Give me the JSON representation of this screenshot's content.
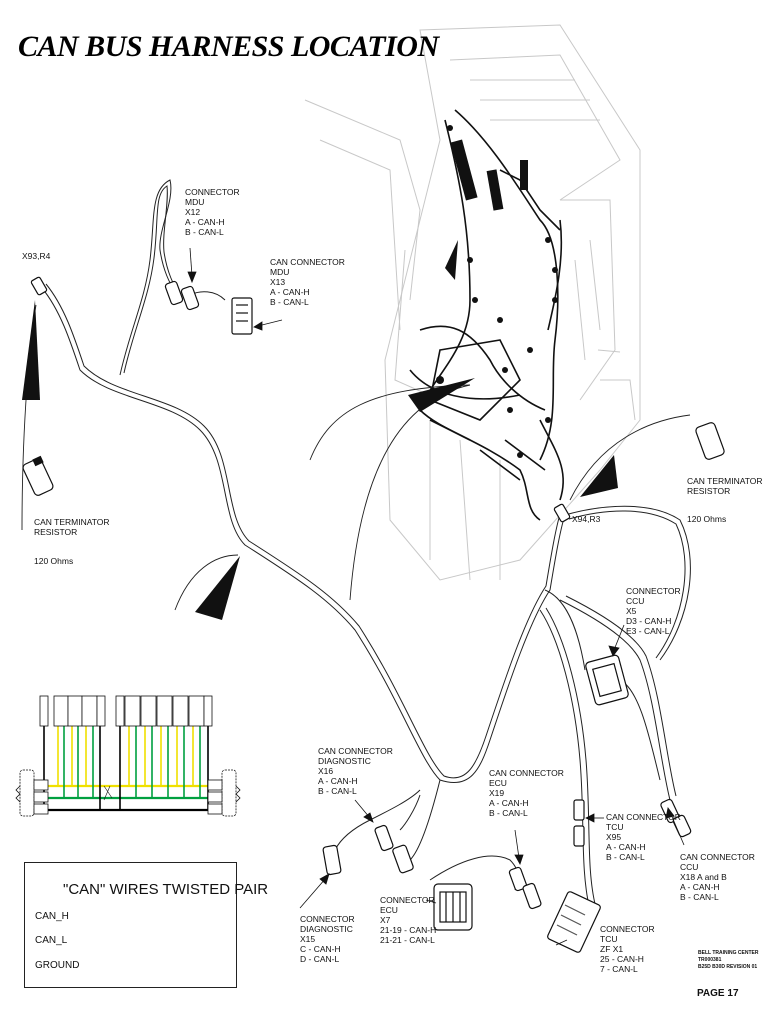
{
  "title": "CAN BUS HARNESS LOCATION",
  "labels": {
    "x93": "X93,R4",
    "x94": "X94,R3",
    "mdu_x12": [
      "CONNECTOR",
      "MDU",
      "X12",
      "A - CAN-H",
      "B - CAN-L"
    ],
    "mdu_x13": [
      "CAN CONNECTOR",
      "MDU",
      "X13",
      "A - CAN-H",
      "B - CAN-L"
    ],
    "term_left": [
      "CAN TERMINATOR",
      "RESISTOR"
    ],
    "term_left_ohms": "120 Ohms",
    "term_right": [
      "CAN TERMINATOR",
      "RESISTOR"
    ],
    "term_right_ohms": "120 Ohms",
    "ccu_x5": [
      "CONNECTOR",
      "CCU",
      "X5",
      "D3 - CAN-H",
      "E3 - CAN-L"
    ],
    "diag_x16": [
      "CAN CONNECTOR",
      "DIAGNOSTIC",
      "X16",
      "A - CAN-H",
      "B - CAN-L"
    ],
    "ecu_x19": [
      "CAN CONNECTOR",
      "ECU",
      "X19",
      "A - CAN-H",
      "B - CAN-L"
    ],
    "tcu_x95": [
      "CAN CONNECTOR",
      "TCU",
      "X95",
      "A - CAN-H",
      "B - CAN-L"
    ],
    "ccu_x18": [
      "CAN CONNECTOR",
      "CCU",
      "X18 A and B",
      "A - CAN-H",
      "B - CAN-L"
    ],
    "ecu_x7": [
      "CONNECTOR",
      "ECU",
      "X7",
      "21-19 - CAN-H",
      "21-21 - CAN-L"
    ],
    "diag_x15": [
      "CONNECTOR",
      "DIAGNOSTIC",
      "X15",
      "C - CAN-H",
      "D - CAN-L"
    ],
    "tcu_zf": [
      "CONNECTOR",
      "TCU",
      "ZF X1",
      "25 - CAN-H",
      "7   - CAN-L"
    ]
  },
  "legend": {
    "title": "\"CAN\"  WIRES TWISTED PAIR",
    "can_h": "CAN_H",
    "can_l": "CAN_L",
    "ground": "GROUND"
  },
  "footer": [
    "BELL TRAINING CENTER",
    "TR000381",
    "B25D B30D REVISION 01"
  ],
  "page": "PAGE 17",
  "colors": {
    "can_h": "#f0e000",
    "can_l": "#00a040",
    "ground": "#000000",
    "line": "#222222"
  }
}
